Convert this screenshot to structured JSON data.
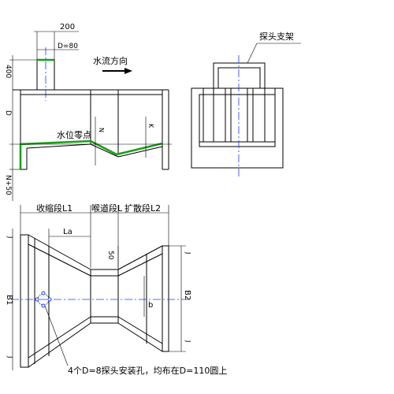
{
  "labels": {
    "width_200": "200",
    "pipe_d80": "D=80",
    "flow_direction": "水流方向",
    "dim_400": "400",
    "dim_d": "D",
    "dim_n": "N",
    "dim_k": "K",
    "water_zero_point": "水位零点",
    "dim_n50": "N+50",
    "probe_support": "探头支架",
    "contraction_section": "收缩段L1",
    "throat_section": "喉道段L",
    "expansion_section": "扩散段L2",
    "dim_la": "La",
    "dim_50": "50",
    "dim_b1": "B1",
    "dim_b": "b",
    "dim_b2": "B2",
    "dim_j": "J",
    "probe_hole_note": "4个D=8探头安装孔，均布在D=110圆上"
  },
  "colors": {
    "line": "#000000",
    "centerline": "#1a3cff",
    "water_line": "#18a018"
  }
}
